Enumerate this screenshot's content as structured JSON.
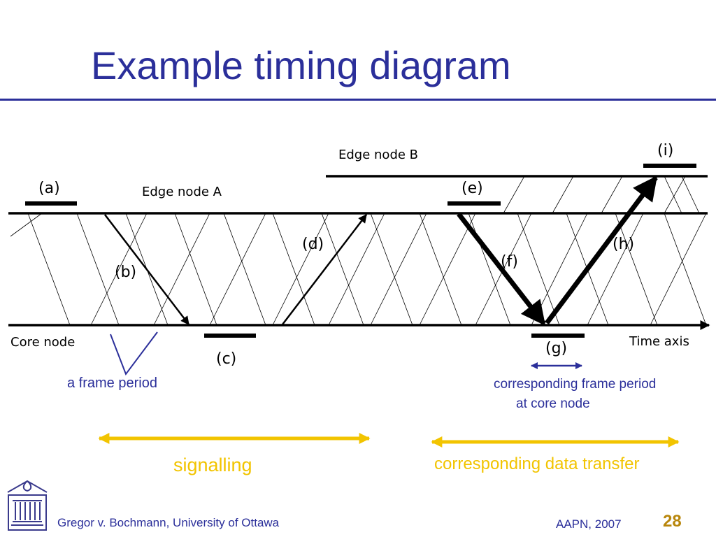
{
  "title": "Example timing diagram",
  "diagram": {
    "edge_node_a": "Edge node A",
    "edge_node_b": "Edge node B",
    "core_node": "Core node",
    "time_axis": "Time axis",
    "events": {
      "a": "(a)",
      "b": "(b)",
      "c": "(c)",
      "d": "(d)",
      "e": "(e)",
      "f": "(f)",
      "g": "(g)",
      "h": "(h)",
      "i": "(i)"
    }
  },
  "annotations": {
    "frame_period": "a frame period",
    "core_frame_period_line1": "corresponding frame period",
    "core_frame_period_line2": "at core node",
    "signalling": "signalling",
    "data_transfer": "corresponding data transfer"
  },
  "footer": {
    "author": "Gregor v. Bochmann, University of Ottawa",
    "venue": "AAPN, 2007",
    "page": "28"
  },
  "colors": {
    "title": "#2b2f9a",
    "annotation": "#2b2f9a",
    "highlight": "#f2c400",
    "page_number": "#b8860b"
  }
}
